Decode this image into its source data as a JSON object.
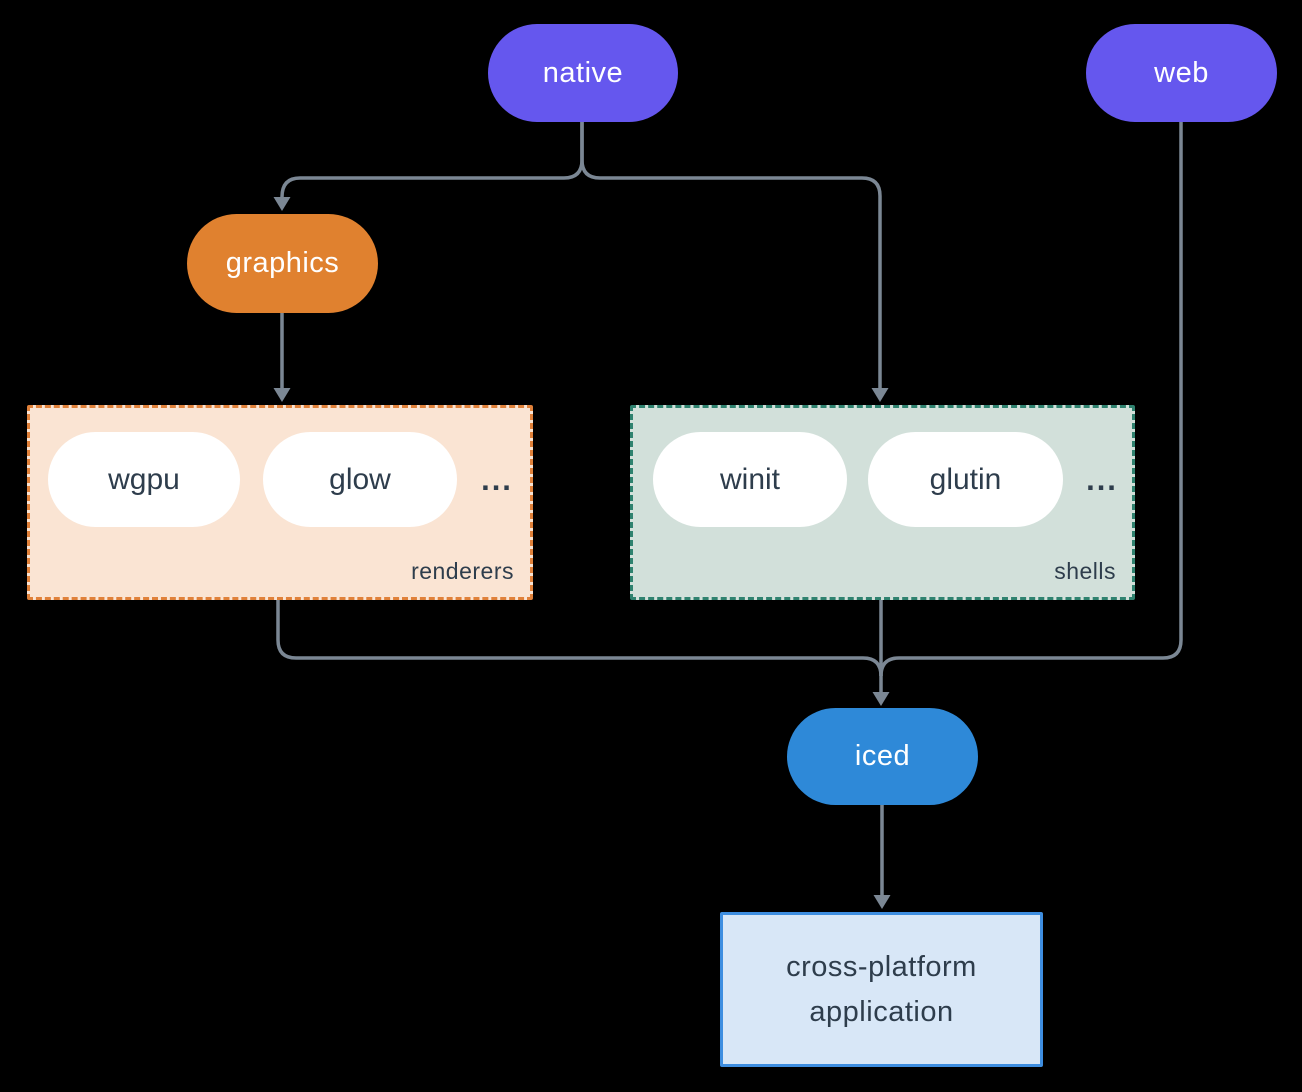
{
  "colors": {
    "background": "#000000",
    "connector": "#7b8794",
    "platform_node": "#6557ee",
    "graphics_node": "#e0812f",
    "iced_node": "#2e89d8",
    "renderers_group_bg": "#fae4d3",
    "renderers_group_border": "#e0813a",
    "shells_group_bg": "#d2e0da",
    "shells_group_border": "#2f826f",
    "app_box_bg": "#d8e7f7",
    "app_box_border": "#3e8ee0",
    "dark_text": "#2e3d4c",
    "light_text": "#ffffff"
  },
  "nodes": {
    "native": "native",
    "web": "web",
    "graphics": "graphics",
    "iced": "iced"
  },
  "groups": {
    "renderers": {
      "label": "renderers",
      "items": [
        "wgpu",
        "glow"
      ],
      "more": "..."
    },
    "shells": {
      "label": "shells",
      "items": [
        "winit",
        "glutin"
      ],
      "more": "..."
    }
  },
  "app": {
    "lines": [
      "cross-platform",
      "application"
    ]
  }
}
